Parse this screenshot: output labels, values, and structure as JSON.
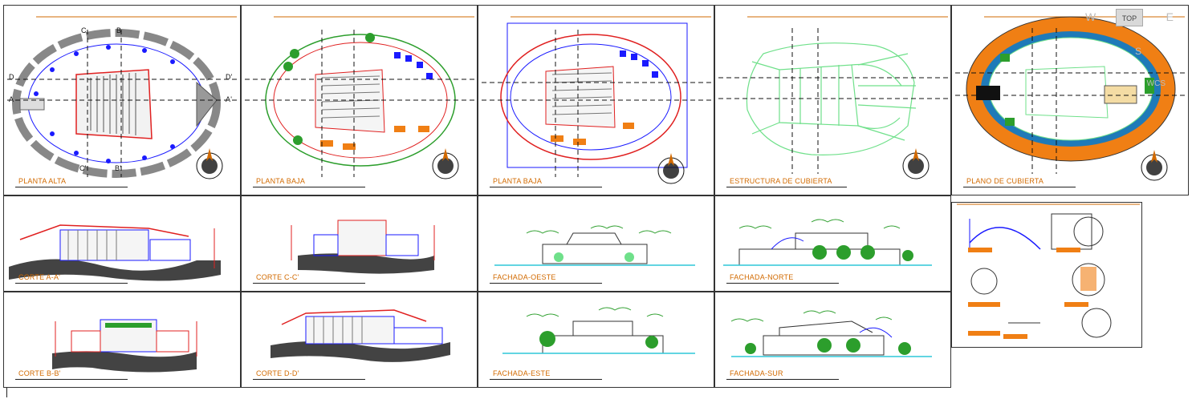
{
  "sheets": {
    "planta_alta": "PLANTA ALTA",
    "planta_baja_1": "PLANTA BAJA",
    "planta_baja_2": "PLANTA BAJA",
    "estructura": "ESTRUCTURA DE CUBIERTA",
    "plano_cubierta": "PLANO DE CUBIERTA",
    "corte_aa": "CORTE A-A'",
    "corte_cc": "CORTE C-C'",
    "fachada_oeste": "FACHADA-OESTE",
    "fachada_norte": "FACHADA-NORTE",
    "corte_bb": "CORTE B-B'",
    "corte_dd": "CORTE D-D'",
    "fachada_este": "FACHADA-ESTE",
    "fachada_sur": "FACHADA-SUR"
  },
  "section_marks": {
    "a": "A",
    "a2": "A'",
    "b": "B",
    "b2": "B'",
    "c": "C",
    "c2": "C'",
    "d": "D",
    "d2": "D'"
  },
  "viewcube": {
    "top": "TOP",
    "w": "W",
    "e": "E",
    "s": "S",
    "wcs": "WCS"
  },
  "colors": {
    "annotation": "#d26a00",
    "frame": "#333333",
    "roof_orange": "#f07f14",
    "structure_green": "#6fe08a",
    "wall_red": "#e02020",
    "wall_blue": "#1a1aff"
  }
}
